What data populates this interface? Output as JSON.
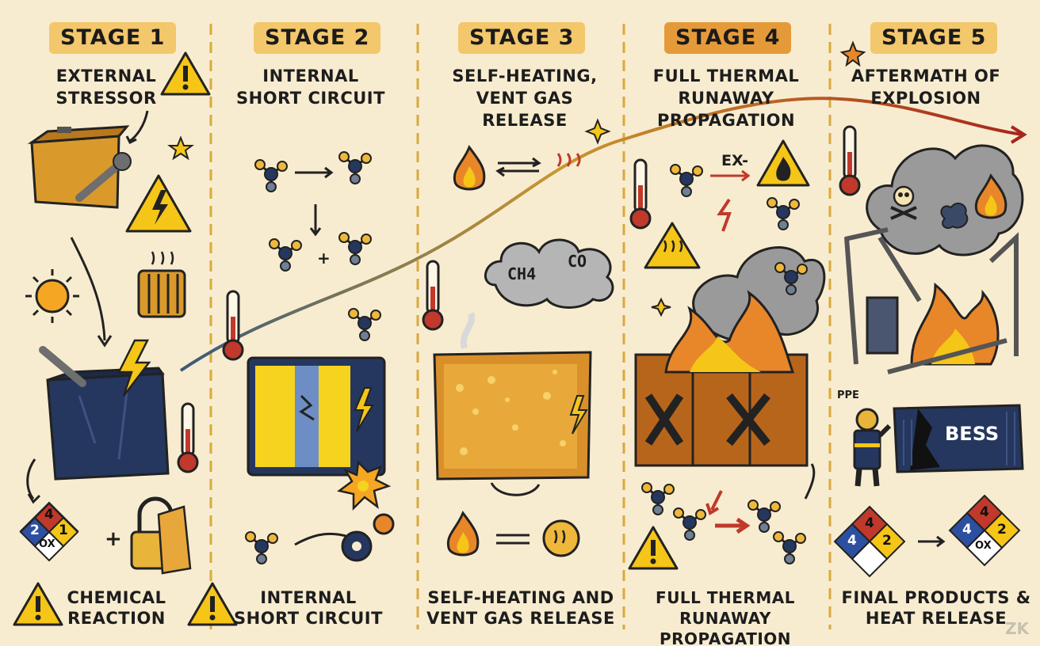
{
  "stages": [
    {
      "badge": "STAGE 1",
      "title_l1": "EXTERNAL",
      "title_l2": "STRESSOR",
      "title_l3": "",
      "bottom_l1": "CHEMICAL",
      "bottom_l2": "REACTION"
    },
    {
      "badge": "STAGE 2",
      "title_l1": "INTERNAL",
      "title_l2": "SHORT CIRCUIT",
      "title_l3": "",
      "bottom_l1": "INTERNAL",
      "bottom_l2": "SHORT CIRCUIT"
    },
    {
      "badge": "STAGE 3",
      "title_l1": "SELF-HEATING,",
      "title_l2": "VENT GAS RELEASE",
      "title_l3": "",
      "bottom_l1": "SELF-HEATING AND",
      "bottom_l2": "VENT GAS RELEASE"
    },
    {
      "badge": "STAGE 4",
      "title_l1": "FULL THERMAL",
      "title_l2": "RUNAWAY",
      "title_l3": "PROPAGATION",
      "bottom_l1": "FULL THERMAL RUNAWAY",
      "bottom_l2": "PROPAGATION"
    },
    {
      "badge": "STAGE 5",
      "title_l1": "AFTERMATH OF",
      "title_l2": "EXPLOSION",
      "title_l3": "",
      "bottom_l1": "FINAL PRODUCTS &",
      "bottom_l2": "HEAT RELEASE"
    }
  ],
  "gases": {
    "methane": "CH4",
    "carbon_monoxide": "CO"
  },
  "labels": {
    "ex": "EX-",
    "ppe": "PPE",
    "bess": "BESS",
    "plus": "+",
    "watermark": "ZK"
  },
  "diamonds": {
    "stage1": {
      "top": "4",
      "left": "2",
      "right": "1",
      "bottom": "OX"
    },
    "stage5a": {
      "top": "4",
      "left": "4",
      "right": "2",
      "bottom": ""
    },
    "stage5b": {
      "top": "4",
      "left": "4",
      "right": "2",
      "bottom": "OX"
    }
  },
  "colors": {
    "background": "#f8ecd0",
    "yellow": "#f5c518",
    "orange": "#e8862a",
    "navy": "#25375e",
    "red": "#c0392b",
    "smoke": "#9a9a9a",
    "ink": "#1d1d1d"
  }
}
